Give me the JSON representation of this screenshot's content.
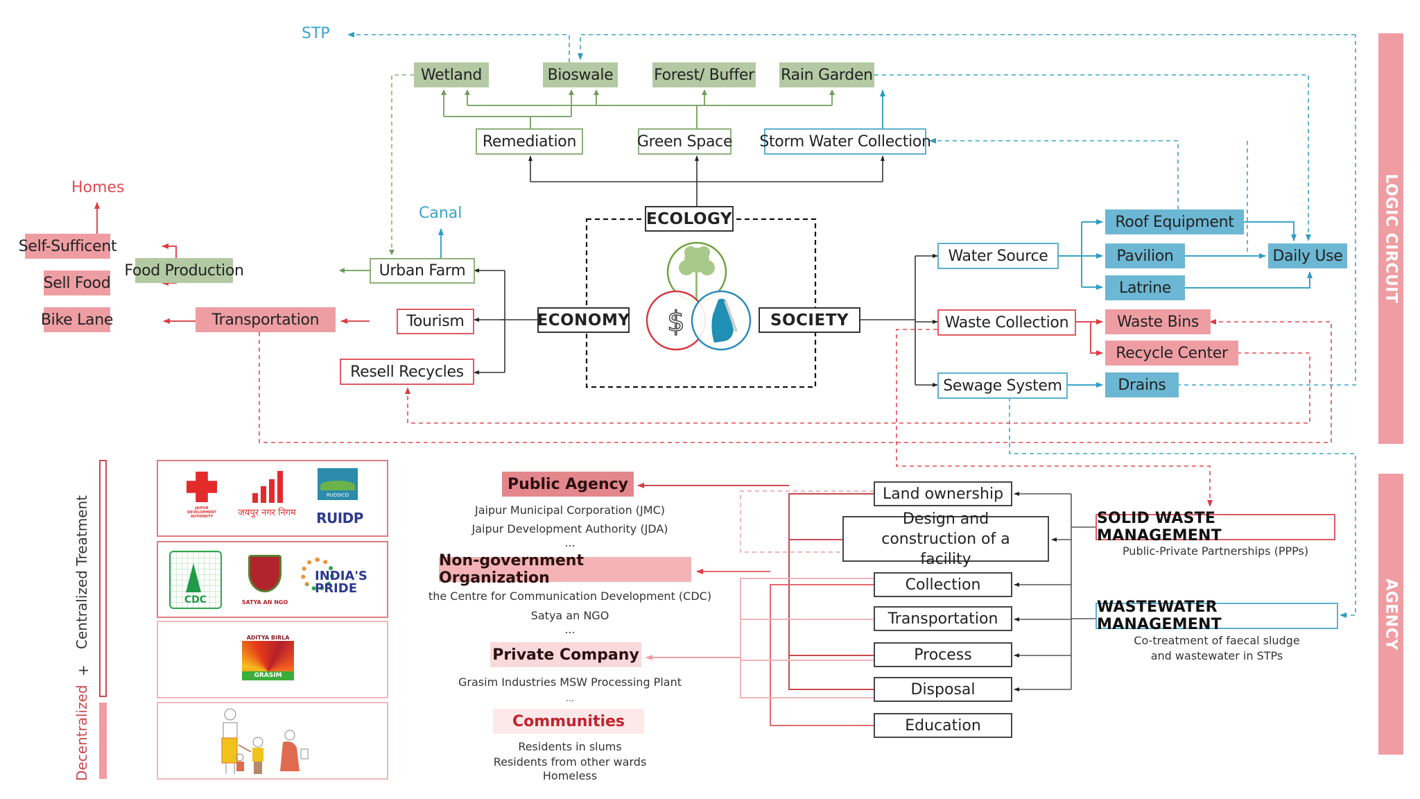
{
  "title_bars": {
    "logic_circuit": "LOGIC CIRCUIT",
    "agency": "AGENCY"
  },
  "pillars": {
    "ecology": "ECOLOGY",
    "economy": "ECONOMY",
    "society": "SOCIETY"
  },
  "destinations": {
    "stp": "STP",
    "homes": "Homes",
    "canal": "Canal"
  },
  "ecology_nodes": {
    "wetland": "Wetland",
    "bioswale": "Bioswale",
    "forest_buffer": "Forest/ Buffer",
    "rain_garden": "Rain Garden",
    "remediation": "Remediation",
    "green_space": "Green Space",
    "storm_water_collection": "Storm Water Collection"
  },
  "economy_nodes": {
    "self_sufficent": "Self-Sufficent",
    "sell_food": "Sell Food",
    "food_production": "Food Production",
    "urban_farm": "Urban Farm",
    "bike_lane": "Bike Lane",
    "transportation": "Transportation",
    "tourism": "Tourism",
    "resell_recycles": "Resell Recycles"
  },
  "society_nodes": {
    "water_source": "Water Source",
    "roof_equipment": "Roof Equipment",
    "pavilion": "Pavilion",
    "latrine": "Latrine",
    "daily_use": "Daily Use",
    "waste_collection": "Waste Collection",
    "waste_bins": "Waste Bins",
    "recycle_center": "Recycle Center",
    "sewage_system": "Sewage System",
    "drains": "Drains"
  },
  "treatment_axis": {
    "centralized": "Centralized Treatment",
    "plus": "+",
    "decentralized": "Decentralized"
  },
  "logos": {
    "row1": [
      "JAIPUR DEVELOPMENT AUTHORITY",
      "जयपुर नगर निगम",
      "RUDSICO",
      "RUIDP"
    ],
    "row2": [
      "CDC",
      "SATYA AN NGO",
      "INDIA'S PRIDE"
    ],
    "row3": [
      "ADITYA BIRLA",
      "GRASIM"
    ]
  },
  "stakeholders": [
    {
      "heading": "Public Agency",
      "lines": [
        "Jaipur Municipal Corporation (JMC)",
        "Jaipur Development Authority (JDA)",
        "..."
      ]
    },
    {
      "heading": "Non-government Organization",
      "lines": [
        "the Centre for Communication Development (CDC)",
        "Satya an NGO",
        "..."
      ]
    },
    {
      "heading": "Private Company",
      "lines": [
        "Grasim Industries MSW Processing Plant",
        "..."
      ]
    },
    {
      "heading": "Communities",
      "lines": [
        "Residents in slums",
        "Residents from other wards",
        "Homeless"
      ]
    }
  ],
  "processes": [
    "Land ownership",
    "Design and construction of a facility",
    "Collection",
    "Transportation",
    "Process",
    "Disposal",
    "Education"
  ],
  "management": {
    "solid_waste": {
      "title": "SOLID WASTE MANAGEMENT",
      "subtitle": "Public-Private Partnerships (PPPs)"
    },
    "wastewater": {
      "title": "WASTEWATER MANAGEMENT",
      "subtitle_line1": "Co-treatment of faecal sludge",
      "subtitle_line2": "and wastewater in STPs"
    }
  },
  "colors": {
    "ecology_green": "#8db07a",
    "ecology_fill": "#b3c9a3",
    "water_blue": "#3aa3c8",
    "water_fill": "#6cb7d3",
    "waste_red": "#df4a52",
    "waste_fill": "#ee9ea3",
    "accent_pink": "#ef9ca2"
  }
}
